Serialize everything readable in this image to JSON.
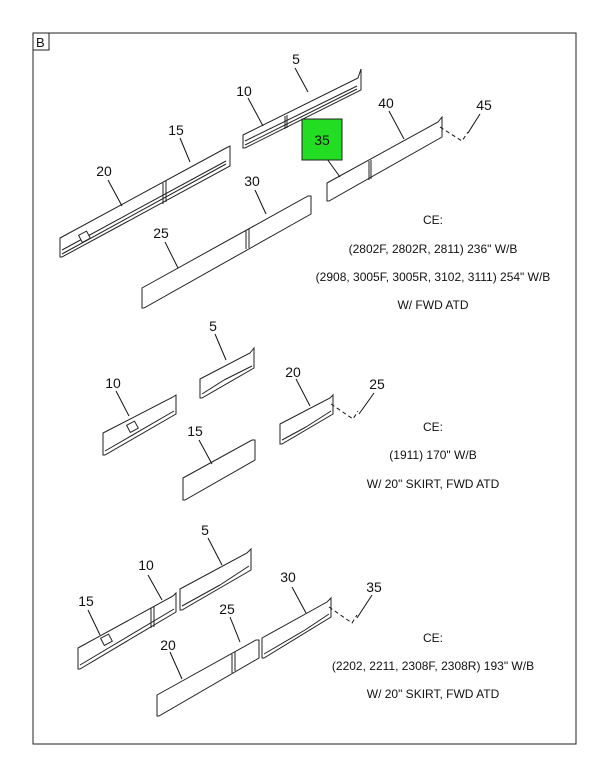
{
  "frame_label": "B",
  "sections": [
    {
      "callouts": [
        "5",
        "10",
        "15",
        "20",
        "25",
        "30",
        "35",
        "40",
        "45"
      ],
      "highlighted_callout": "35",
      "highlight_color": "#22dd22",
      "notes": [
        "CE:",
        "(2802F, 2802R, 2811) 236\" W/B",
        "(2908, 3005F, 3005R, 3102, 3111) 254\" W/B",
        "W/ FWD ATD"
      ]
    },
    {
      "callouts": [
        "5",
        "10",
        "15",
        "20",
        "25"
      ],
      "notes": [
        "CE:",
        "(1911) 170\" W/B",
        "W/ 20\" SKIRT, FWD ATD"
      ]
    },
    {
      "callouts": [
        "5",
        "10",
        "15",
        "20",
        "25",
        "30",
        "35"
      ],
      "notes": [
        "CE:",
        "(2202, 2211, 2308F, 2308R) 193\" W/B",
        "W/ 20\" SKIRT, FWD ATD"
      ]
    }
  ]
}
